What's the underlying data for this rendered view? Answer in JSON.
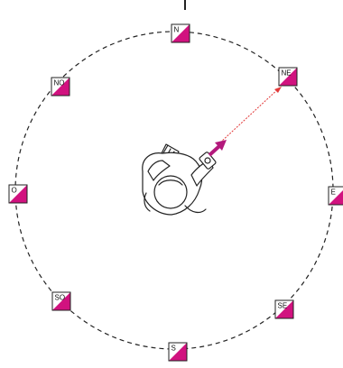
{
  "colors": {
    "flag_fill": "#d1127f",
    "circle_stroke": "#222222",
    "bearing_line": "#e23a3a",
    "arrow_fill": "#b3197c",
    "figure_stroke": "#222222"
  },
  "controls": [
    {
      "id": "N",
      "label": "N"
    },
    {
      "id": "NE",
      "label": "NE"
    },
    {
      "id": "E",
      "label": "E"
    },
    {
      "id": "SE",
      "label": "SE"
    },
    {
      "id": "S",
      "label": "S"
    },
    {
      "id": "SO",
      "label": "SO"
    },
    {
      "id": "O",
      "label": "O"
    },
    {
      "id": "NO",
      "label": "NO"
    }
  ],
  "icons": {
    "north_tick": "north-tick-icon",
    "person": "orienteer-with-compass-icon",
    "arrow": "direction-arrow-icon"
  }
}
